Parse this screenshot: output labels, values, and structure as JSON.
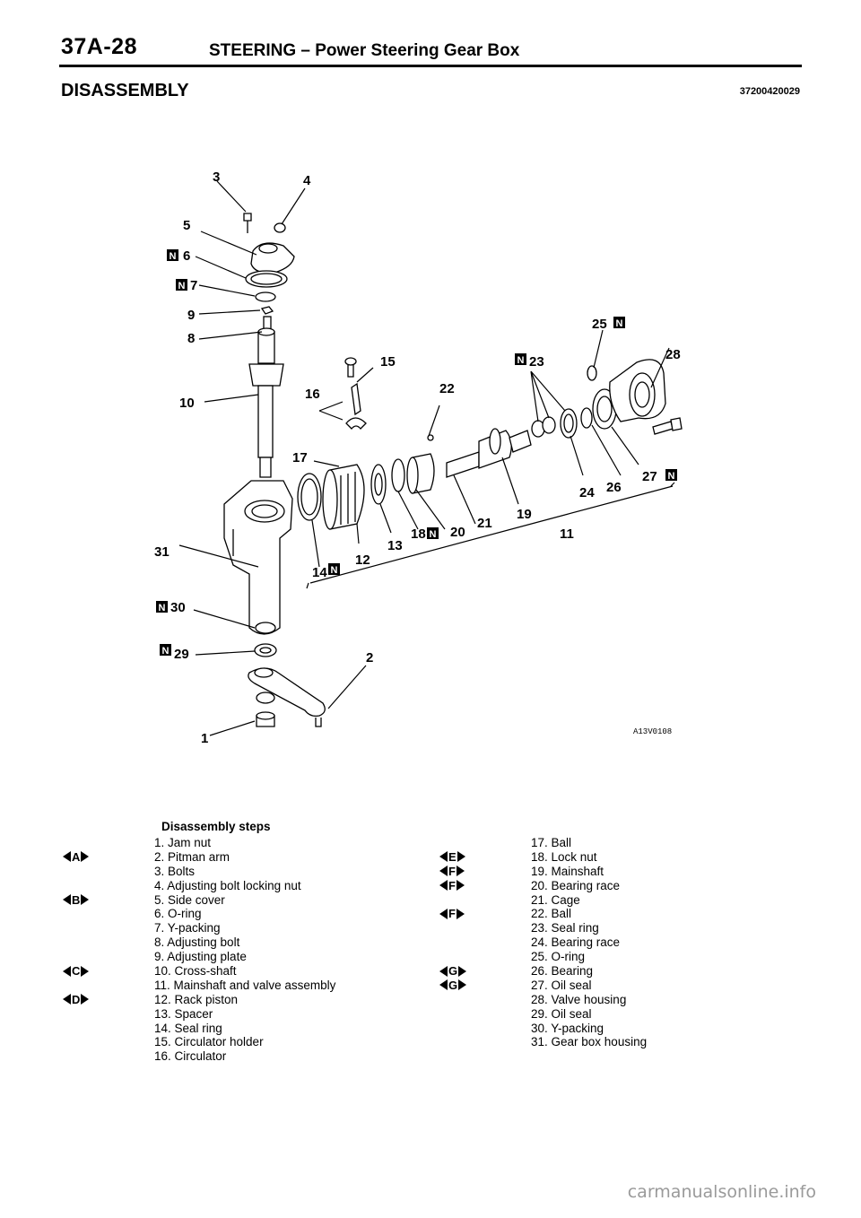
{
  "header": {
    "page_number": "37A-28",
    "title": "STEERING – Power Steering Gear Box"
  },
  "section": {
    "title": "DISASSEMBLY",
    "code": "37200420029"
  },
  "figure": {
    "code": "A13V0108",
    "callouts": [
      "1",
      "2",
      "3",
      "4",
      "5",
      "6",
      "7",
      "8",
      "9",
      "10",
      "11",
      "12",
      "13",
      "14",
      "15",
      "16",
      "17",
      "18",
      "19",
      "20",
      "21",
      "22",
      "23",
      "24",
      "25",
      "26",
      "27",
      "28",
      "29",
      "30",
      "31"
    ],
    "new_part_mark": "N"
  },
  "steps": {
    "heading": "Disassembly steps",
    "left": [
      {
        "label": "1. Jam nut",
        "badge": ""
      },
      {
        "label": "2. Pitman arm",
        "badge": "A"
      },
      {
        "label": "3. Bolts",
        "badge": ""
      },
      {
        "label": "4. Adjusting bolt locking nut",
        "badge": ""
      },
      {
        "label": "5. Side cover",
        "badge": "B"
      },
      {
        "label": "6. O-ring",
        "badge": ""
      },
      {
        "label": "7. Y-packing",
        "badge": ""
      },
      {
        "label": "8. Adjusting bolt",
        "badge": ""
      },
      {
        "label": "9. Adjusting plate",
        "badge": ""
      },
      {
        "label": "10. Cross-shaft",
        "badge": "C"
      },
      {
        "label": "11. Mainshaft and valve assembly",
        "badge": ""
      },
      {
        "label": "12. Rack piston",
        "badge": "D"
      },
      {
        "label": "13. Spacer",
        "badge": ""
      },
      {
        "label": "14. Seal ring",
        "badge": ""
      },
      {
        "label": "15. Circulator holder",
        "badge": ""
      },
      {
        "label": "16. Circulator",
        "badge": ""
      }
    ],
    "right": [
      {
        "label": "17. Ball",
        "badge": ""
      },
      {
        "label": "18. Lock nut",
        "badge": "E"
      },
      {
        "label": "19. Mainshaft",
        "badge": "F"
      },
      {
        "label": "20. Bearing race",
        "badge": "F"
      },
      {
        "label": "21. Cage",
        "badge": ""
      },
      {
        "label": "22. Ball",
        "badge": "F"
      },
      {
        "label": "23. Seal ring",
        "badge": ""
      },
      {
        "label": "24. Bearing race",
        "badge": ""
      },
      {
        "label": "25. O-ring",
        "badge": ""
      },
      {
        "label": "26. Bearing",
        "badge": "G"
      },
      {
        "label": "27. Oil seal",
        "badge": "G"
      },
      {
        "label": "28. Valve housing",
        "badge": ""
      },
      {
        "label": "29. Oil seal",
        "badge": ""
      },
      {
        "label": "30. Y-packing",
        "badge": ""
      },
      {
        "label": "31. Gear box housing",
        "badge": ""
      }
    ]
  },
  "watermark": "carmanualsonline.info"
}
